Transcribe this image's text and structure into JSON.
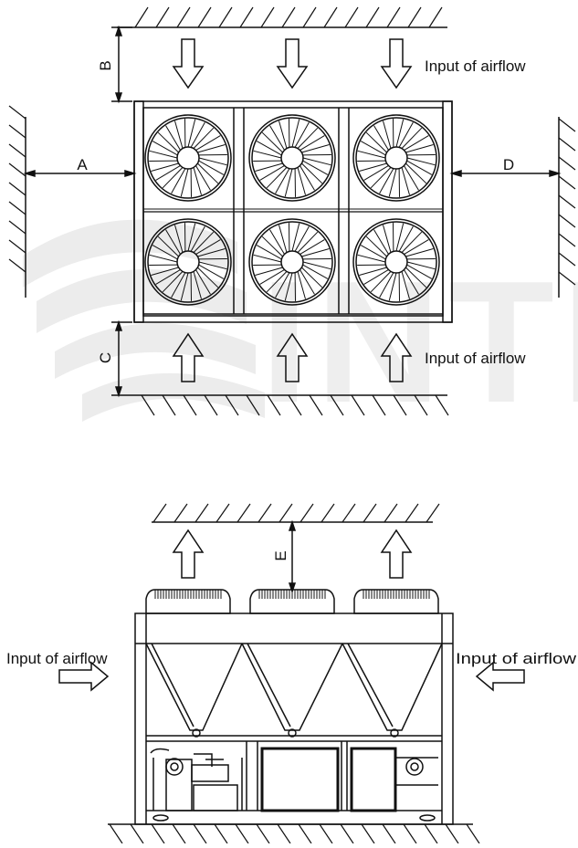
{
  "top_view": {
    "airflow_label_top": "Input of airflow",
    "airflow_label_bottom": "Input of airflow",
    "dim_a": "A",
    "dim_b": "B",
    "dim_c": "C",
    "dim_d": "D"
  },
  "side_view": {
    "airflow_label_left": "Input of airflow",
    "airflow_label_right": "Input of airflow",
    "dim_e": "E"
  },
  "watermark": {
    "text": "INTI",
    "color": "#eeeeee"
  },
  "colors": {
    "line": "#111111",
    "background": "#ffffff"
  }
}
